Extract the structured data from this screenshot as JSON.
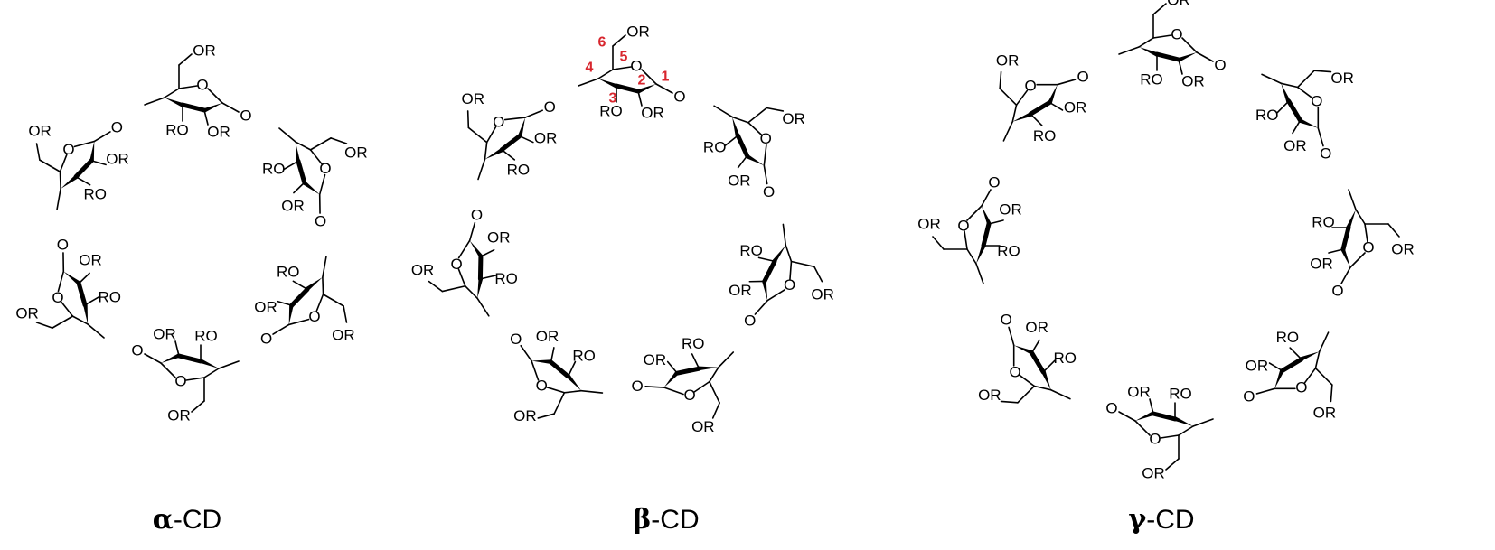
{
  "labels": {
    "substituent_ring": "OR",
    "substituent_left": "RO",
    "ring_oxygen": "O",
    "bridge_oxygen": "O"
  },
  "numbering_color": "#d8262e",
  "numbering": [
    "1",
    "2",
    "3",
    "4",
    "5",
    "6"
  ],
  "panels": [
    {
      "id": "alpha",
      "units": 6,
      "greek": "α",
      "suffix": "-CD",
      "numbered": false
    },
    {
      "id": "beta",
      "units": 7,
      "greek": "β",
      "suffix": "-CD",
      "numbered": true
    },
    {
      "id": "gamma",
      "units": 8,
      "greek": "γ",
      "suffix": "-CD",
      "numbered": false
    }
  ]
}
